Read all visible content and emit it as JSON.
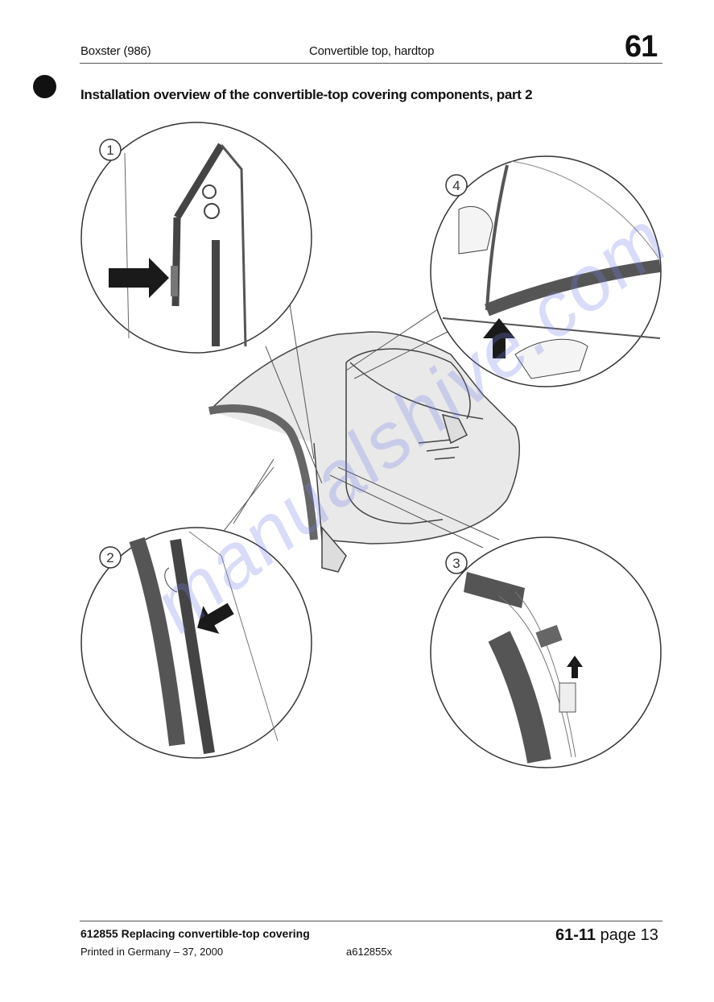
{
  "header": {
    "model": "Boxster (986)",
    "section": "Convertible top, hardtop",
    "group_number": "61"
  },
  "title": "Installation overview of the convertible-top covering components, part 2",
  "figure": {
    "callouts": [
      "1",
      "2",
      "3",
      "4"
    ],
    "arrow_color": "#1a1a1a",
    "seal_color": "#555555"
  },
  "watermark": "manualshive.com",
  "footer": {
    "code": "612855  Replacing convertible-top covering",
    "printed": "Printed in Germany – 37, 2000",
    "image_ref": "a612855x",
    "page_ref": "61-11",
    "page_word": "page 13"
  }
}
